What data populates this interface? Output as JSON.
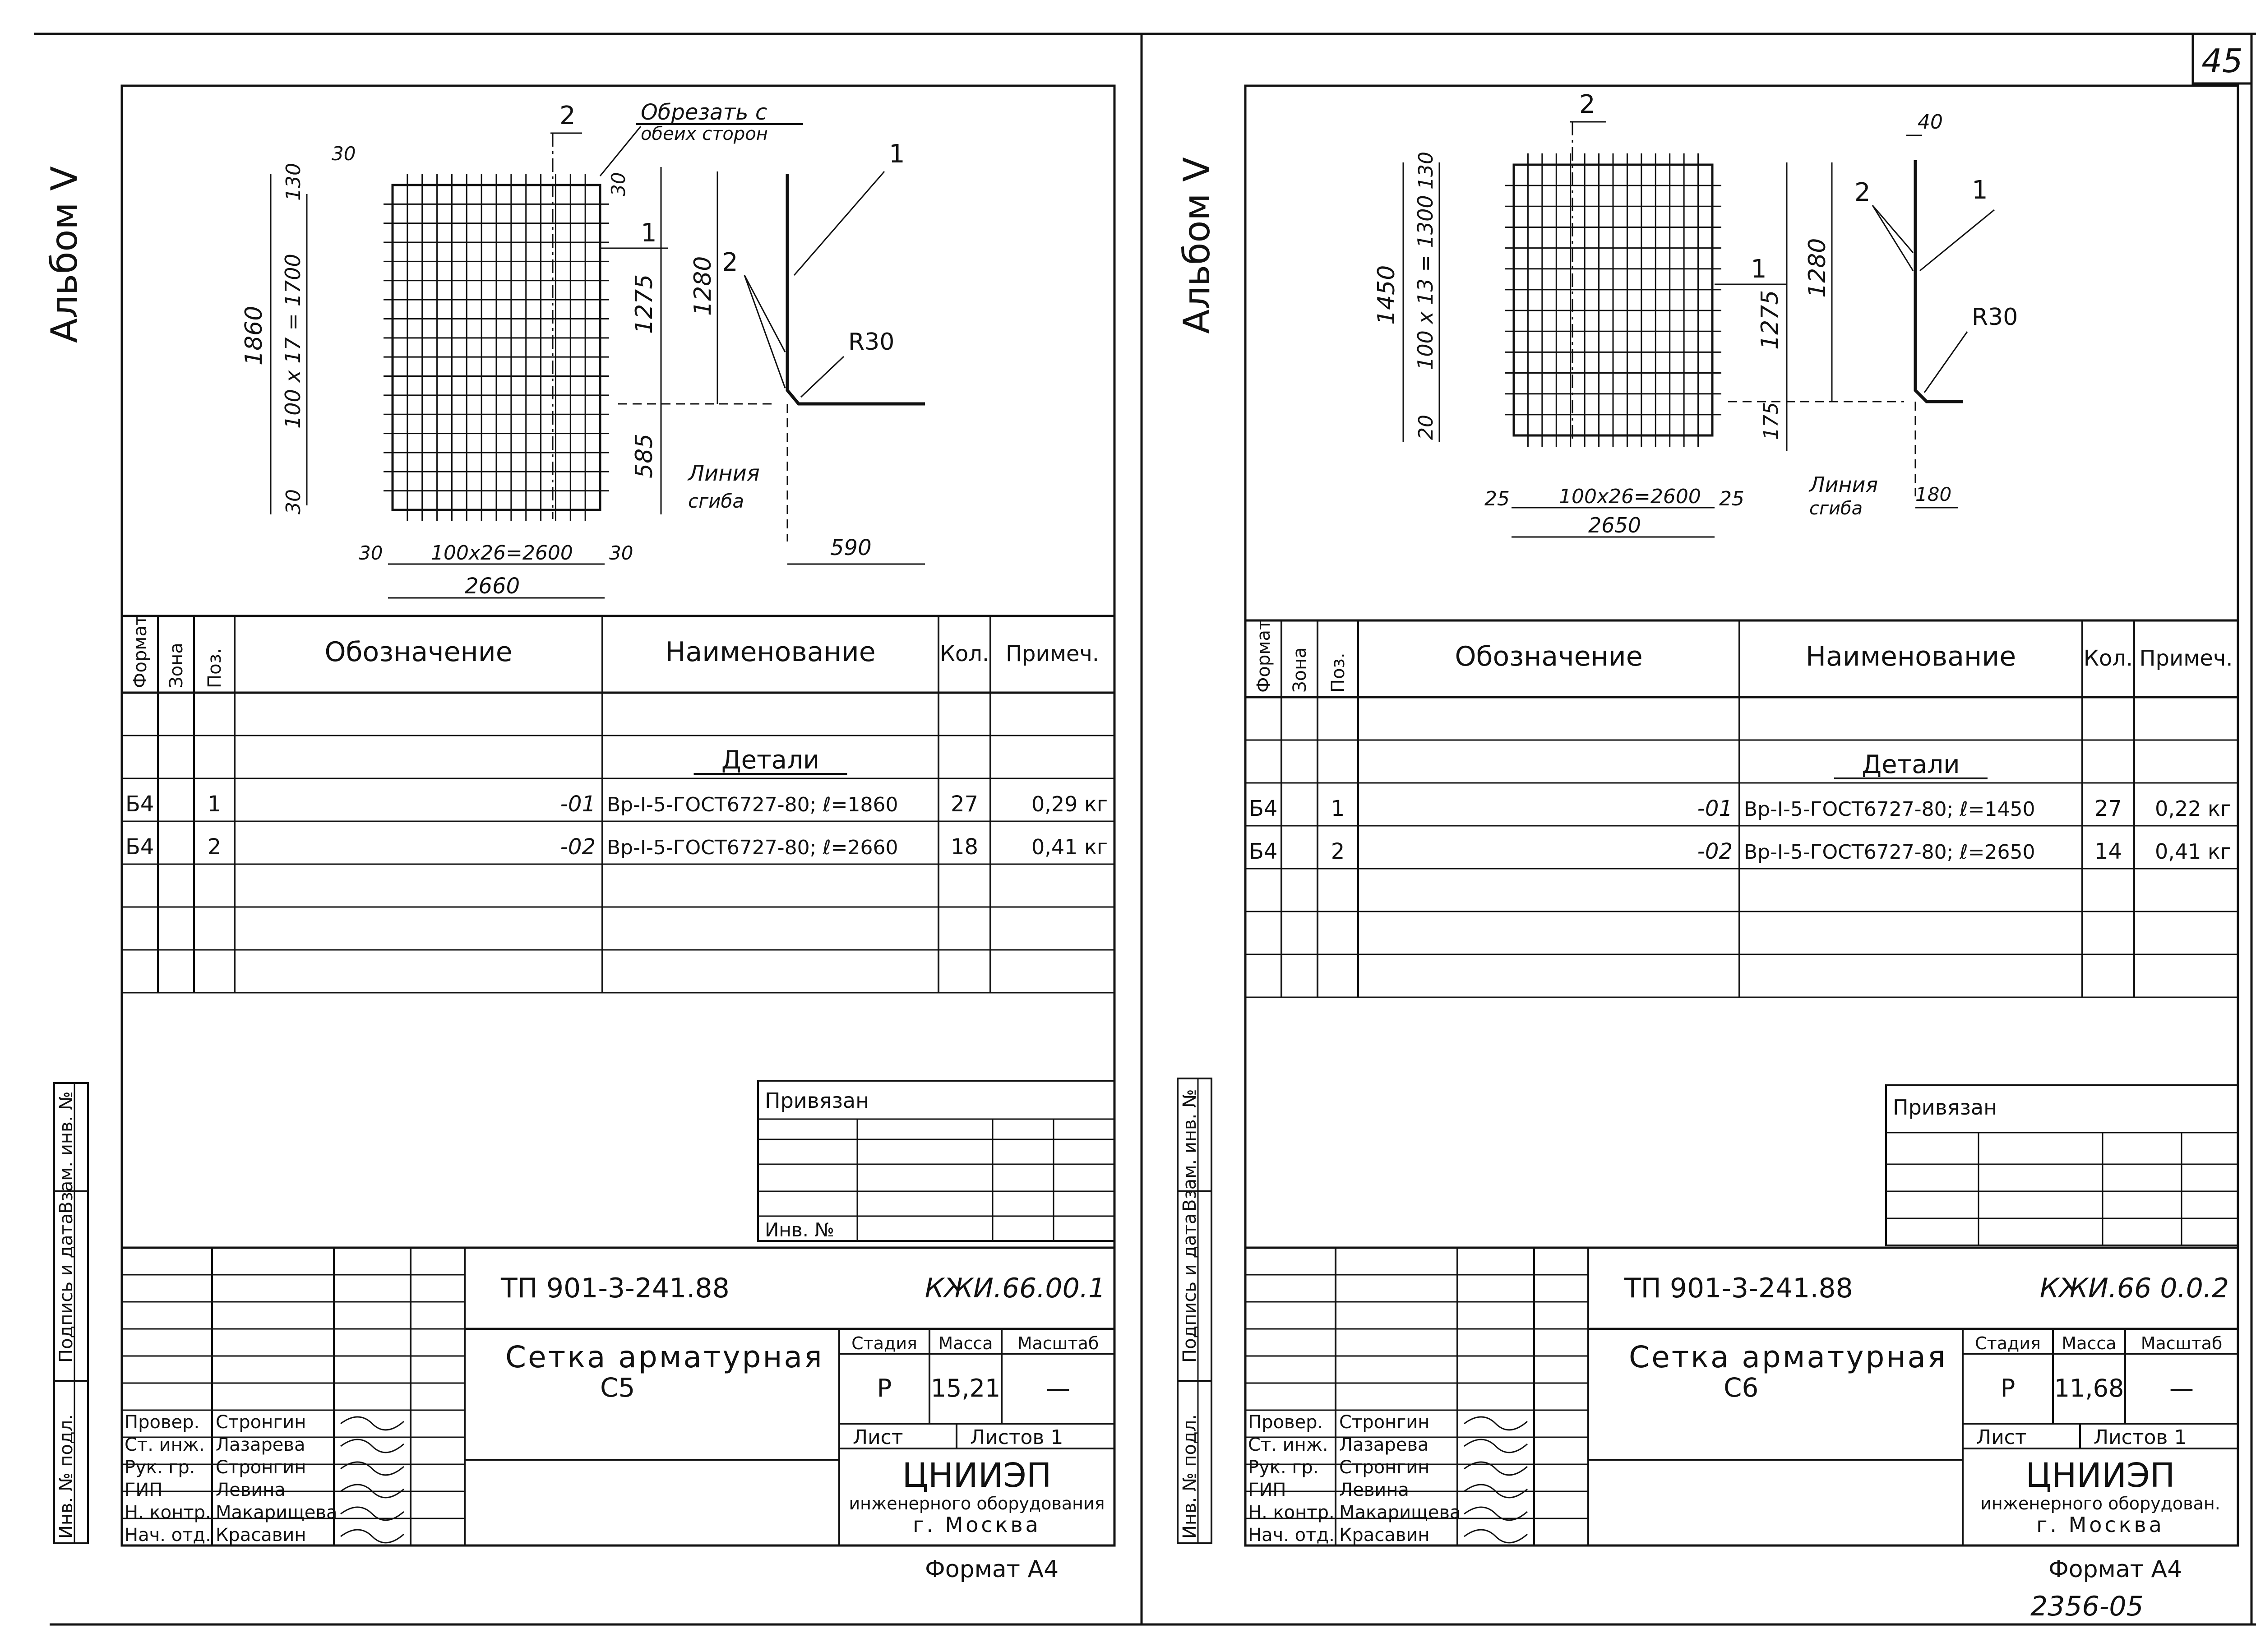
{
  "page_number": "45",
  "bottom_note": "2356-05",
  "sheets": [
    {
      "album": "Альбом V",
      "drawing": {
        "cut_note_1": "Обрезать с",
        "cut_note_2": "обеих сторон",
        "pos1": "1",
        "pos2": "2",
        "pos2b": "2",
        "dim_total_h": "1860",
        "dim_grid_h": "100 x 17 = 1700",
        "dim_top": "130",
        "dim_top30": "30",
        "dim_right30": "30",
        "dim_bottom30": "30",
        "dim_1275": "1275",
        "dim_1280": "1280",
        "dim_585": "585",
        "dim_left30": "30",
        "dim_grid_w": "100x26=2600",
        "dim_right30b": "30",
        "dim_total_w": "2660",
        "radius": "R30",
        "bend_1": "Линия",
        "bend_2": "сгиба",
        "dim_590": "590"
      },
      "spec": {
        "headers": [
          "Формат",
          "Зона",
          "Поз.",
          "Обозначение",
          "Наименование",
          "Кол.",
          "Примеч."
        ],
        "section": "Детали",
        "rows": [
          {
            "format": "Б4",
            "zone": "",
            "pos": "1",
            "designation": "-01",
            "name": "Вр-I-5-ГОСТ6727-80; ℓ=1860",
            "qty": "27",
            "note": "0,29 кг"
          },
          {
            "format": "Б4",
            "zone": "",
            "pos": "2",
            "designation": "-02",
            "name": "Вр-I-5-ГОСТ6727-80; ℓ=2660",
            "qty": "18",
            "note": "0,41 кг"
          }
        ]
      },
      "privyazan": "Привязан",
      "inv_no": "Инв. №",
      "side_labels": [
        "Инв. № подл.",
        "Подпись и дата",
        "Взам. инв. №"
      ],
      "title_block": {
        "project": "ТП 901-3-241.88",
        "code": "КЖИ.66.00.1",
        "title_1": "Сетка арматурная",
        "title_2": "С5",
        "stage_label": "Стадия",
        "mass_label": "Масса",
        "scale_label": "Масштаб",
        "stage": "Р",
        "mass": "15,21",
        "scale": "—",
        "sheet_label": "Лист",
        "sheets_label": "Листов 1",
        "org_1": "ЦНИИЭП",
        "org_2": "инженерного оборудования",
        "org_3": "г. Москва",
        "signers": [
          {
            "role": "Провер.",
            "name": "Стронгин"
          },
          {
            "role": "Ст. инж.",
            "name": "Лазарева"
          },
          {
            "role": "Рук. гр.",
            "name": "Стронгин"
          },
          {
            "role": "ГИП",
            "name": "Левина"
          },
          {
            "role": "Н. контр.",
            "name": "Макарищева"
          },
          {
            "role": "Нач. отд.",
            "name": "Красавин"
          }
        ]
      },
      "format": "Формат А4"
    },
    {
      "album": "Альбом V",
      "drawing": {
        "pos2": "2",
        "pos40": "40",
        "pos1": "1",
        "pos2b": "2",
        "pos1b": "1",
        "dim_total_h": "1450",
        "dim_grid_h": "100 x 13 = 1300",
        "dim_top": "130",
        "dim_bottom20": "20",
        "dim_1275": "1275",
        "dim_1280": "1280",
        "dim_175": "175",
        "radius": "R30",
        "dim_left25": "25",
        "dim_grid_w": "100x26=2600",
        "dim_right25": "25",
        "dim_total_w": "2650",
        "bend_1": "Линия",
        "bend_2": "сгиба",
        "dim_180": "180"
      },
      "spec": {
        "headers": [
          "Формат",
          "Зона",
          "Поз.",
          "Обозначение",
          "Наименование",
          "Кол.",
          "Примеч."
        ],
        "section": "Детали",
        "rows": [
          {
            "format": "Б4",
            "zone": "",
            "pos": "1",
            "designation": "-01",
            "name": "Вр-I-5-ГОСТ6727-80; ℓ=1450",
            "qty": "27",
            "note": "0,22 кг"
          },
          {
            "format": "Б4",
            "zone": "",
            "pos": "2",
            "designation": "-02",
            "name": "Вр-I-5-ГОСТ6727-80; ℓ=2650",
            "qty": "14",
            "note": "0,41 кг"
          }
        ]
      },
      "privyazan": "Привязан",
      "side_labels": [
        "Инв. № подл.",
        "Подпись и дата",
        "Взам. инв. №"
      ],
      "title_block": {
        "project": "ТП 901-3-241.88",
        "code": "КЖИ.66 0.0.2",
        "title_1": "Сетка арматурная",
        "title_2": "С6",
        "stage_label": "Стадия",
        "mass_label": "Масса",
        "scale_label": "Масштаб",
        "stage": "Р",
        "mass": "11,68",
        "scale": "—",
        "sheet_label": "Лист",
        "sheets_label": "Листов 1",
        "org_1": "ЦНИИЭП",
        "org_2": "инженерного оборудован.",
        "org_3": "г. Москва",
        "signers": [
          {
            "role": "Провер.",
            "name": "Стронгин"
          },
          {
            "role": "Ст. инж.",
            "name": "Лазарева"
          },
          {
            "role": "Рук. гр.",
            "name": "Стронгин"
          },
          {
            "role": "ГИП",
            "name": "Левина"
          },
          {
            "role": "Н. контр.",
            "name": "Макарищева"
          },
          {
            "role": "Нач. отд.",
            "name": "Красавин"
          }
        ]
      },
      "format": "Формат А4"
    }
  ]
}
